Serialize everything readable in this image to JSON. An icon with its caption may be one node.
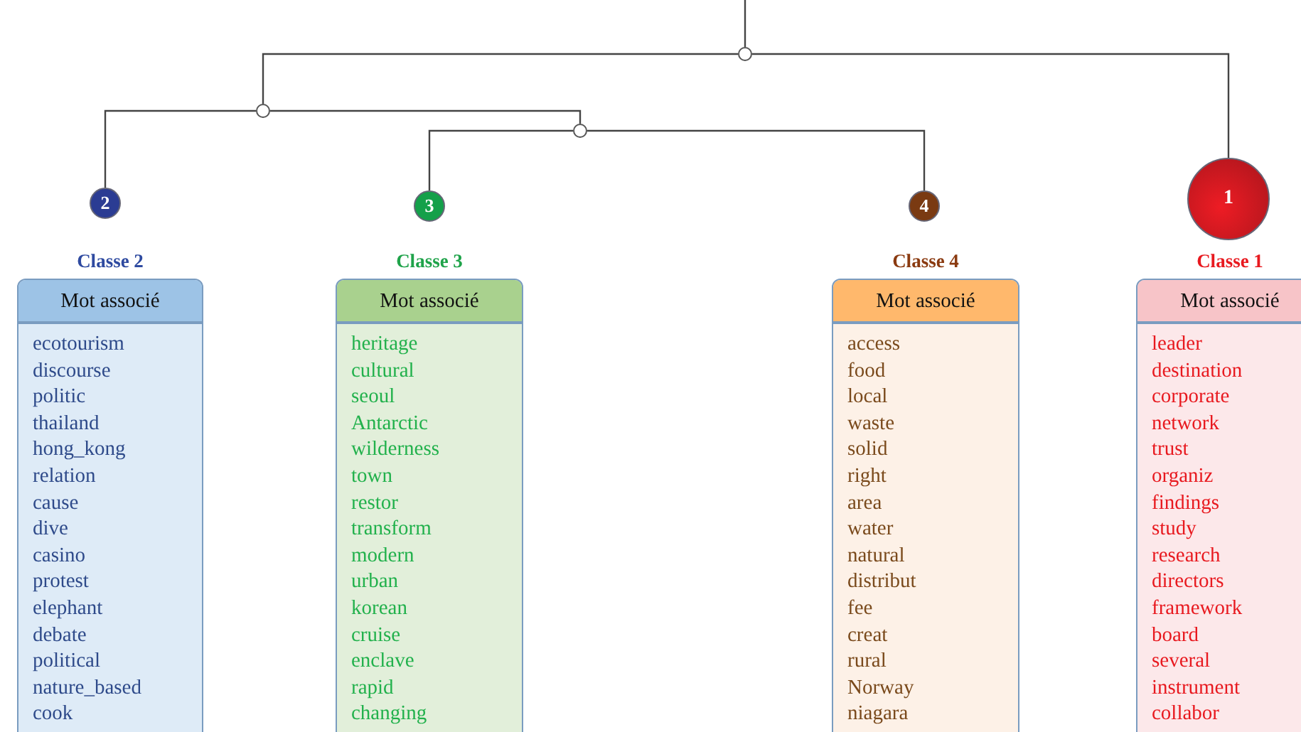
{
  "diagram": {
    "nodes": [
      {
        "text": [],
        "shape": "circle"
      },
      {
        "text": [],
        "shape": "circle"
      },
      {
        "text": [],
        "shape": "circle"
      },
      {
        "text": [
          "2"
        ]
      },
      {
        "text": [
          "3"
        ]
      },
      {
        "text": [
          "4"
        ]
      },
      {
        "text": [
          "1"
        ]
      },
      {
        "text": [
          "Classe 2",
          "Mot associé",
          "ecotourism",
          "discourse",
          "politic",
          "thailand",
          "hong_kong",
          "relation",
          "cause",
          "dive",
          "casino",
          "protest",
          "elephant",
          "debate",
          "political",
          "nature_based",
          "cook"
        ]
      },
      {
        "text": [
          "Classe 3",
          "Mot associé",
          "heritage",
          "cultural",
          "seoul",
          "Antarctic",
          "wilderness",
          "town",
          "restor",
          "transform",
          "modern",
          "urban",
          "korean",
          "cruise",
          "enclave",
          "rapid",
          "changing"
        ]
      },
      {
        "text": [
          "Classe 4",
          "Mot associé",
          "access",
          "food",
          "local",
          "waste",
          "solid",
          "right",
          "area",
          "water",
          "natural",
          "distribut",
          "fee",
          "creat",
          "rural",
          "Norway",
          "niagara"
        ]
      },
      {
        "text": [
          "Classe 1",
          "Mot associé",
          "leader",
          "destination",
          "corporate",
          "network",
          "trust",
          "organiz",
          "findings",
          "study",
          "research",
          "directors",
          "framework",
          "board",
          "several",
          "instrument",
          "collabor"
        ]
      }
    ],
    "edges": [
      {
        "from": null,
        "to": 0,
        "arrow": "none"
      },
      {
        "from": 0,
        "to": 1,
        "arrow": "none"
      },
      {
        "from": 0,
        "to": 6,
        "arrow": "none"
      },
      {
        "from": 1,
        "to": 3,
        "arrow": "none"
      },
      {
        "from": 1,
        "to": 2,
        "arrow": "none"
      },
      {
        "from": 2,
        "to": 4,
        "arrow": "none"
      },
      {
        "from": 2,
        "to": 5,
        "arrow": "none"
      }
    ]
  }
}
